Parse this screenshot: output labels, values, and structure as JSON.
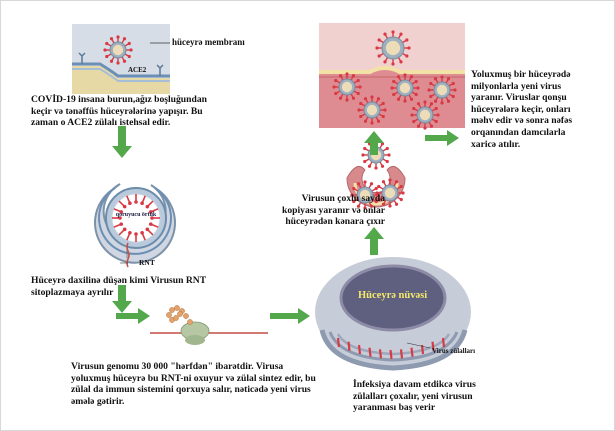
{
  "labels": {
    "cell_membrane": "hüceyrə membranı",
    "ace2": "ACE2",
    "protective_membrane": "qoruyucu örtük",
    "rna": "RNT",
    "nucleus": "Hüceyrə nüvəsi",
    "virus_proteins": "Virus zülalları"
  },
  "steps": {
    "step1": [
      "COVİD-19 insana burun,ağız boşluğundan",
      "keçir və tənəffüs hüceyrələrinə yapışır. Bu",
      "zaman o ACE2 zülalı istehsal edir."
    ],
    "step2": [
      "Hüceyrə daxilinə düşən kimi Virusun RNT",
      "sitoplazmaya ayrılır"
    ],
    "step3": [
      "Virusun genomu 30 000 \"hərfdən\" ibarətdir. Virusa",
      "yoluxmuş hüceyrə bu RNT-ni oxuyur və zülal sintez edir, bu",
      "zülal da immun sistemini qorxuya salır, nəticədə yeni virus",
      "əmələ gətirir."
    ],
    "step4": [
      "İnfeksiya davam etdikcə virus",
      "zülalları çoxalır, yeni virusun",
      "yaranması baş verir"
    ],
    "step5": [
      "Virusun çoxlu sayda",
      "kopiyası yaranır və onlar",
      "hüceyrədən kənara çıxır"
    ],
    "step6": [
      "Yoluxmuş bir hüceyrədə",
      "milyonlarla yeni virus",
      "yaranır. Viruslar qonşu",
      "hüceyrələrə keçir, onları",
      "məhv edir və sonra nəfəs",
      "orqanından damcılarla",
      "xaricə atılır."
    ]
  },
  "colors": {
    "arrow": "#52a84a",
    "virus_spike": "#d83a45",
    "virus_envelope": "#8fb1cc",
    "cell_pink": "#d9868a",
    "nucleus_dark": "#5f5f80"
  }
}
